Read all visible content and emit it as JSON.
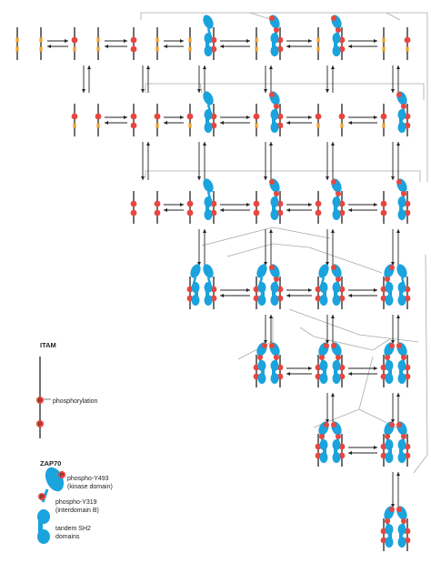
{
  "legend": {
    "itam_title": "ITAM",
    "phosphorylation_label": "phosphorylation",
    "p_symbol": "P",
    "zap70_title": "ZAP70",
    "phospho_y493_line1": "phospho-Y493",
    "phospho_y493_line2": "(kinase domain)",
    "phospho_y319_line1": "phospho-Y319",
    "phospho_y319_line2": "(interdomain B)",
    "sh2_line1": "tandem SH2",
    "sh2_line2": "domains"
  },
  "colors": {
    "zap70": "#1aa3dd",
    "phospho": "#e8473f",
    "itam_site": "#f3a12b",
    "line": "#222222",
    "connector": "#aaaaaa"
  }
}
